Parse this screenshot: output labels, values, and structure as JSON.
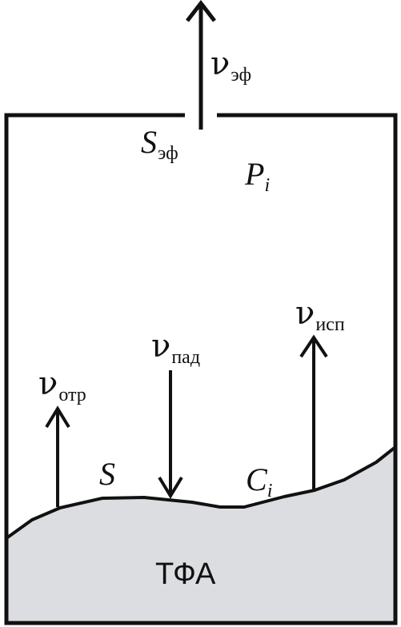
{
  "labels": {
    "nu_symbol": "ν",
    "nu_eff_sub": "эф",
    "s_eff_main": "S",
    "s_eff_sub": "эф",
    "p_main": "P",
    "p_sub": "i",
    "nu_isp_sub": "исп",
    "nu_pad_sub": "пад",
    "nu_otr_sub": "отр",
    "s_surface": "S",
    "c_main": "C",
    "c_sub": "i",
    "tfa": "ТФА"
  },
  "colors": {
    "line": "#111111",
    "material_fill": "#dcdde0"
  }
}
